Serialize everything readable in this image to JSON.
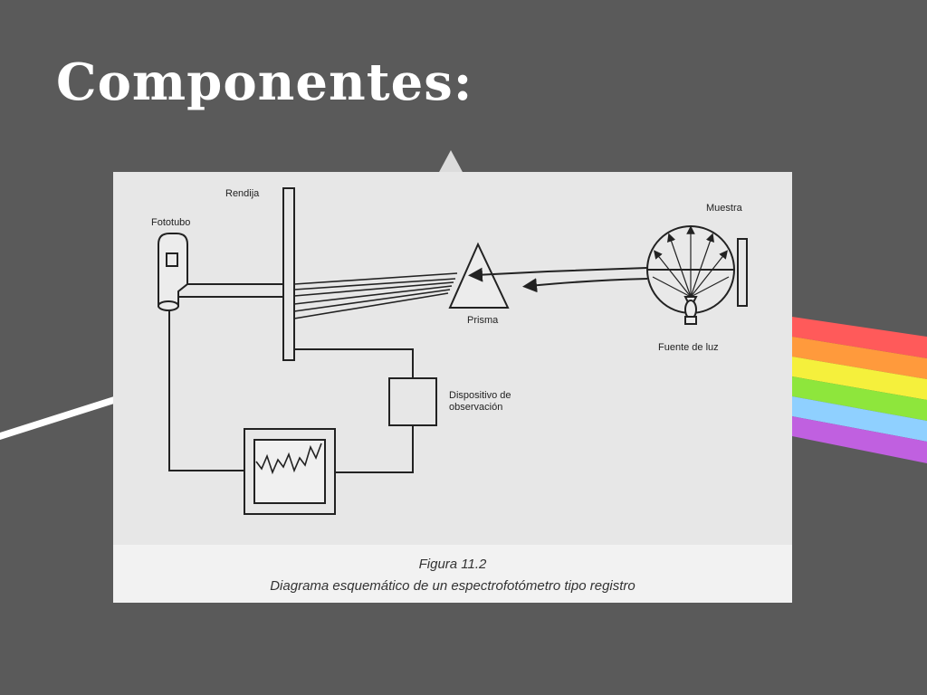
{
  "slide": {
    "title": "Componentes:"
  },
  "figure": {
    "labels": {
      "fototubo": "Fototubo",
      "rendija": "Rendija",
      "prisma": "Prisma",
      "muestra": "Muestra",
      "fuente": "Fuente de luz",
      "dispositivo": "Dispositivo de observación"
    },
    "caption": {
      "number": "Figura 11.2",
      "text": "Diagrama esquemático de un espectrofotómetro tipo registro"
    }
  },
  "colors": {
    "background": "#5a5a5a",
    "figure_bg": "#e7e7e7",
    "rainbow": [
      "#ff5a5a",
      "#ff9a3c",
      "#f5f03c",
      "#8ee63c",
      "#8fd0ff",
      "#c060e0"
    ]
  }
}
